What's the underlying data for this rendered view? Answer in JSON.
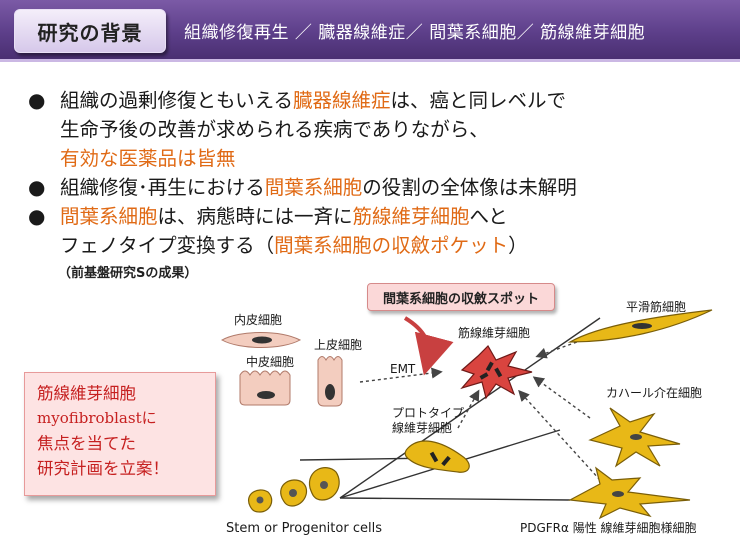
{
  "header": {
    "title": "研究の背景",
    "subtitle": "組織修復再生 ／ 臓器線維症／ 間葉系細胞／ 筋線維芽細胞"
  },
  "bullets": [
    {
      "marker": "●",
      "lines": [
        [
          {
            "t": "組織の過剰修復ともいえる"
          },
          {
            "t": "臓器線維症",
            "hl": true
          },
          {
            "t": "は、癌と同レベルで"
          }
        ],
        [
          {
            "t": "生命予後の改善が求められる疾病でありながら、"
          }
        ],
        [
          {
            "t": "有効な医薬品は皆無",
            "hl": true
          }
        ]
      ]
    },
    {
      "marker": "●",
      "lines": [
        [
          {
            "t": "組織修復･再生における"
          },
          {
            "t": "間葉系細胞",
            "hl": true
          },
          {
            "t": "の役割の全体像は未解明"
          }
        ]
      ]
    },
    {
      "marker": "●",
      "lines": [
        [
          {
            "t": "間葉系細胞",
            "hl": true
          },
          {
            "t": "は、病態時には一斉に"
          },
          {
            "t": "筋線維芽細胞",
            "hl": true
          },
          {
            "t": "へと"
          }
        ],
        [
          {
            "t": "フェノタイプ変換する（"
          },
          {
            "t": "間葉系細胞の収斂ポケット",
            "hl": true
          },
          {
            "t": "）"
          }
        ]
      ]
    }
  ],
  "note": "（前基盤研究Sの成果）",
  "callout": {
    "line1": "筋線維芽細胞",
    "line2": "myofibroblastに",
    "line3": "焦点を当てた",
    "line4": "研究計画を立案！"
  },
  "diagram": {
    "spot_label": "間葉系細胞の収斂スポット",
    "endothelium": "内皮細胞",
    "mesothelium": "中皮細胞",
    "epithelium": "上皮細胞",
    "emt": "EMT",
    "myofibroblast": "筋線維芽細胞",
    "smooth_muscle": "平滑筋細胞",
    "cajal": "カハール介在細胞",
    "prototype": "プロトタイプ\n線維芽細胞",
    "prototype_l1": "プロトタイプ",
    "prototype_l2": "線維芽細胞",
    "stem": "Stem or Progenitor cells",
    "pdgfr": "PDGFRα 陽性 線維芽細胞様細胞"
  },
  "colors": {
    "header_purple": "#5d3f8a",
    "highlight_orange": "#e06a15",
    "callout_red": "#c62020",
    "cell_yellow": "#e8b817",
    "myofibroblast_red": "#d9443f"
  }
}
